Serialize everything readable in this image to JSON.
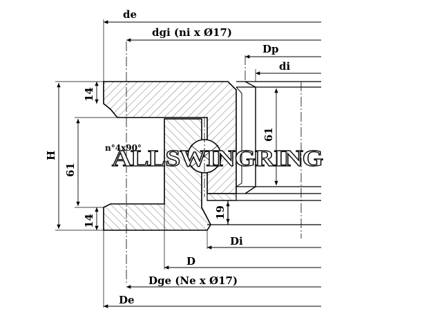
{
  "labels": {
    "de": "de",
    "dgi": "dgi (ni x Ø17)",
    "Dp": "Dp",
    "di": "di",
    "H": "H",
    "h14_top": "14",
    "h61_left": "61",
    "h14_bottom": "14",
    "h61_right": "61",
    "h19": "19",
    "Di": "Di",
    "D": "D",
    "Dge": "Dge (Ne x Ø17)",
    "De": "De",
    "chamfer": "n°4x90°"
  },
  "watermark": "ALLSWINGRING",
  "colors": {
    "line": "#000000",
    "hatch": "#555555",
    "background": "#ffffff"
  }
}
